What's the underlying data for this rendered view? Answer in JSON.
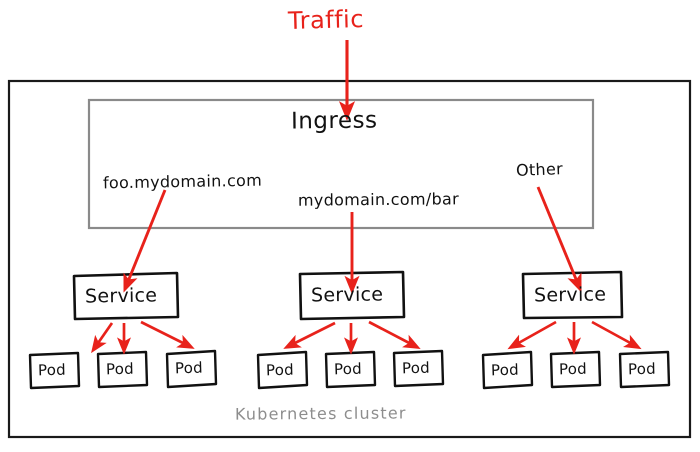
{
  "diagram": {
    "title": "Traffic",
    "cluster_caption": "Kubernetes cluster",
    "ingress": {
      "label": "Ingress"
    },
    "colors": {
      "arrow_red": "#e8221b",
      "ink_black": "#111111",
      "cluster_border": "#1a1a1a",
      "ingress_border": "#8a8a8a",
      "caption_gray": "#8d8d8d",
      "background": "#ffffff"
    },
    "routes": [
      {
        "label": "foo.mydomain.com"
      },
      {
        "label": "mydomain.com/bar"
      },
      {
        "label": "Other"
      }
    ],
    "services": [
      {
        "label": "Service",
        "pods": [
          {
            "label": "Pod"
          },
          {
            "label": "Pod"
          },
          {
            "label": "Pod"
          }
        ]
      },
      {
        "label": "Service",
        "pods": [
          {
            "label": "Pod"
          },
          {
            "label": "Pod"
          },
          {
            "label": "Pod"
          }
        ]
      },
      {
        "label": "Service",
        "pods": [
          {
            "label": "Pod"
          },
          {
            "label": "Pod"
          },
          {
            "label": "Pod"
          }
        ]
      }
    ]
  }
}
